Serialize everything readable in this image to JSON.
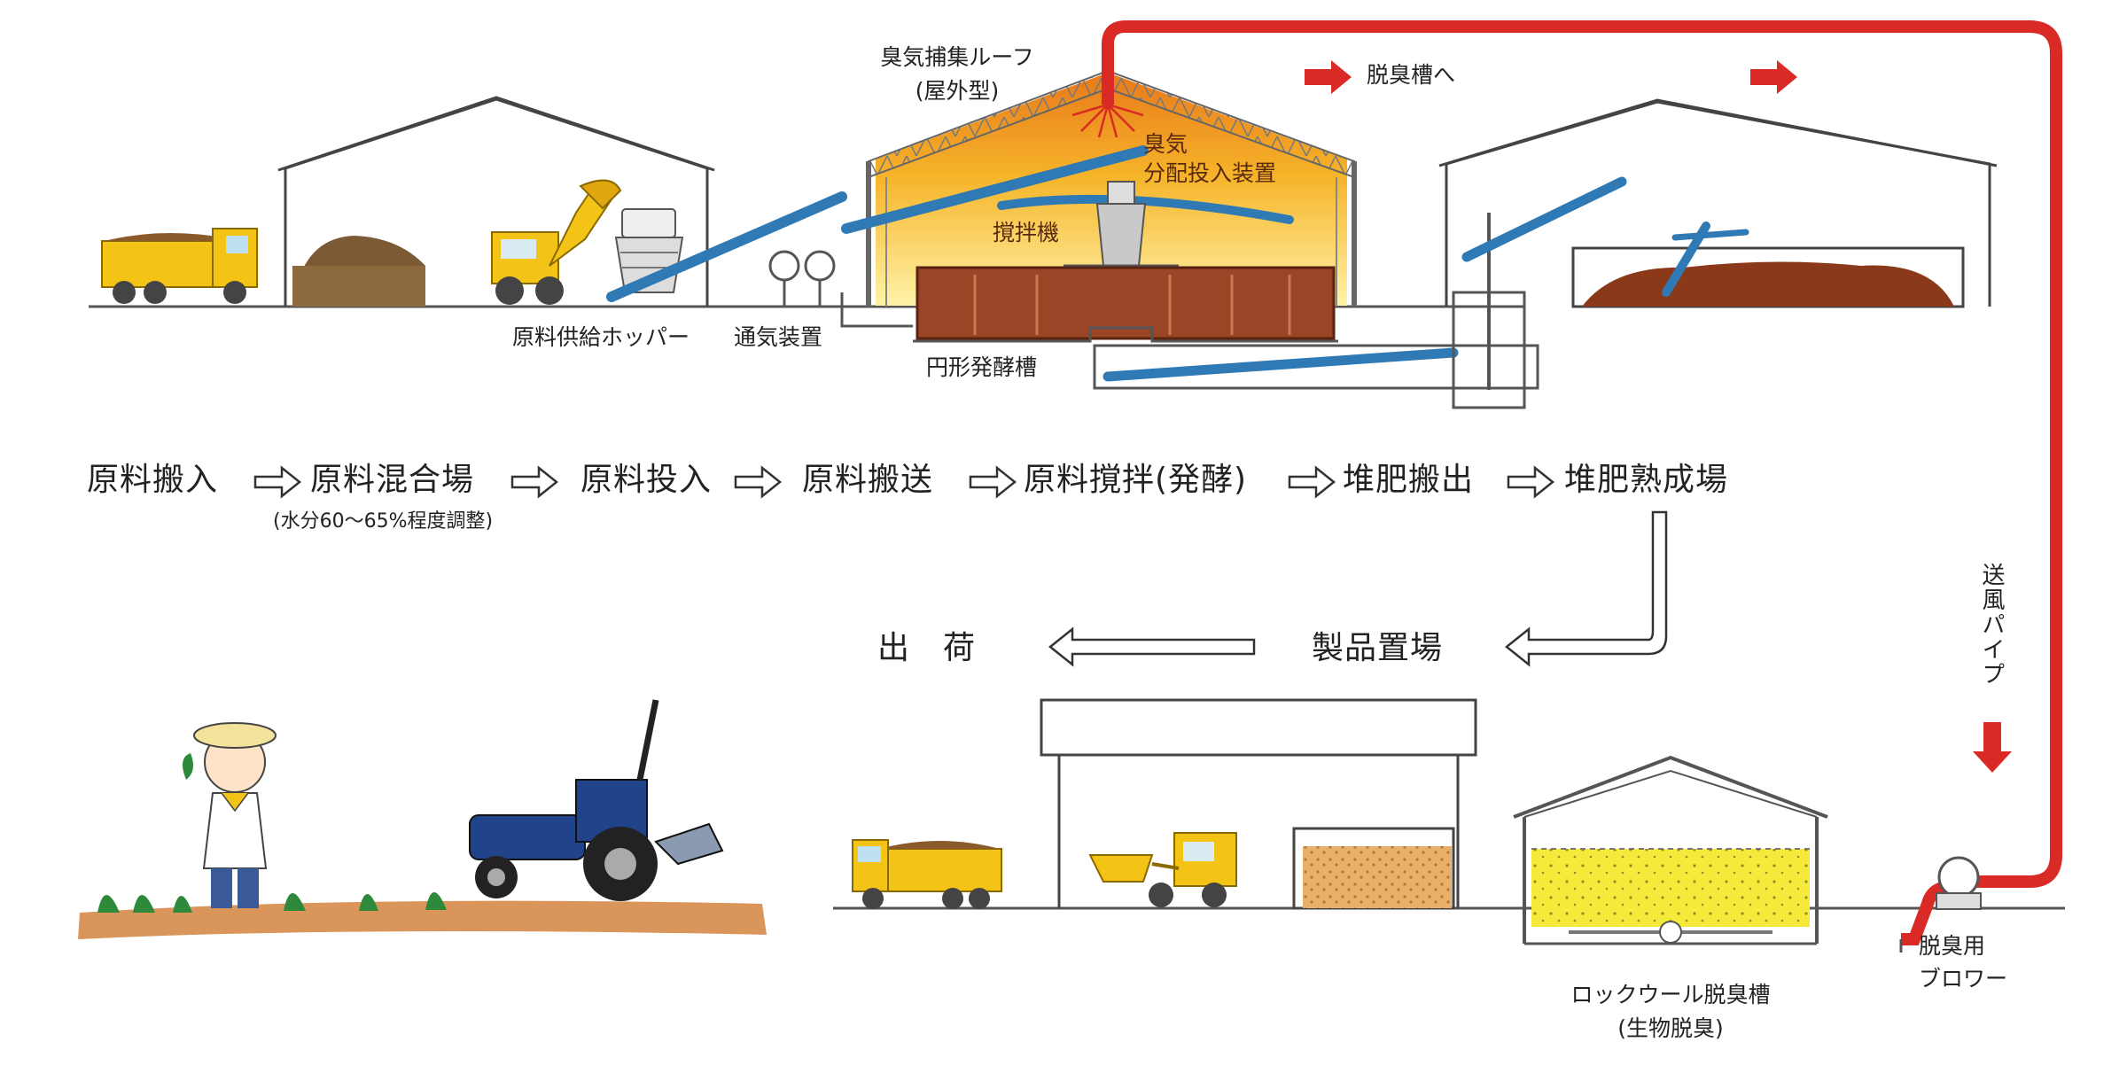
{
  "labels": {
    "roof": "臭気捕集ルーフ",
    "roof_sub": "(屋外型)",
    "to_deodorizer": "脱臭槽へ",
    "odor": "臭気",
    "distributor": "分配投入装置",
    "agitator": "撹拌機",
    "hopper": "原料供給ホッパー",
    "aeration": "通気装置",
    "tank": "円形発酵槽",
    "pipe": "送風パイプ",
    "rockwool": "ロックウール脱臭槽",
    "rockwool_sub": "(生物脱臭)",
    "blower_line1": "脱臭用",
    "blower_line2": "ブロワー"
  },
  "process": {
    "steps": [
      "原料搬入",
      "原料混合場",
      "原料投入",
      "原料搬送",
      "原料撹拌(発酵)",
      "堆肥搬出",
      "堆肥熟成場"
    ],
    "mix_note": "(水分60～65%程度調整)"
  },
  "output": {
    "storage": "製品置場",
    "shipping": "出　荷"
  },
  "colors": {
    "air_pipe": "#d92a25",
    "conveyor": "#2f79b5",
    "roof_glow_top": "#f2a41c",
    "roof_glow_bottom": "#fff0a0",
    "tank_brown": "#9b4426",
    "machine_yellow": "#f3c316",
    "compost_brown": "#8a5a2b",
    "deodorizer_fill": "#f5e93a"
  },
  "icons": [
    "dump-truck-icon",
    "wheel-loader-icon",
    "tractor-icon",
    "farmer-icon",
    "arrow-right-icon",
    "blower-icon"
  ]
}
